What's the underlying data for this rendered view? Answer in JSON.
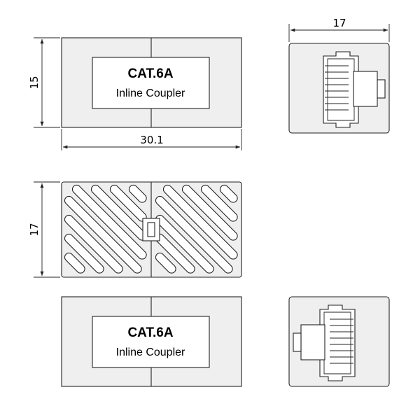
{
  "dimensions": {
    "front_height": "15",
    "front_width": "30.1",
    "end_width": "17",
    "top_height": "17"
  },
  "labels": {
    "top": {
      "title": "CAT.6A",
      "subtitle": "Inline Coupler"
    },
    "bottom": {
      "title": "CAT.6A",
      "subtitle": "Inline Coupler"
    }
  }
}
